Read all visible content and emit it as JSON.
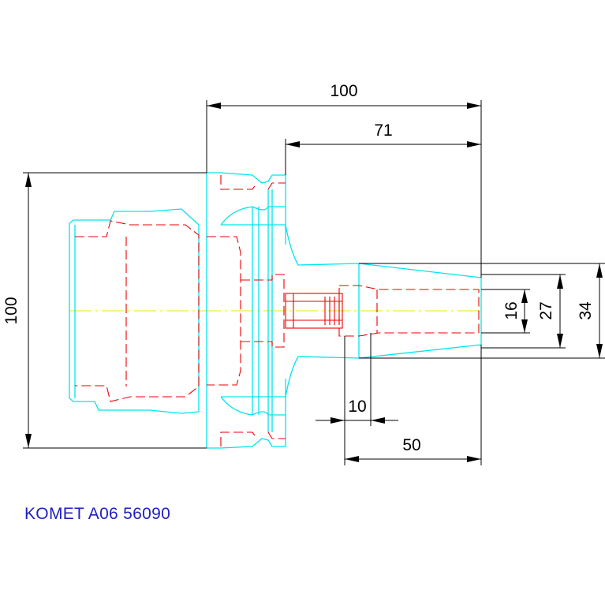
{
  "caption": {
    "text": "KOMET A06 56090",
    "color": "#2020c0"
  },
  "dimensions": {
    "overall_length": "100",
    "shank_length": "71",
    "flange_diameter": "100",
    "bore_diameter": "16",
    "inner_diameter": "27",
    "outer_diameter": "34",
    "offset": "10",
    "bore_depth": "50"
  },
  "colors": {
    "outline": "#00e5ee",
    "hidden_lines": "#ee0000",
    "centerline": "#e8e800",
    "dimension_lines": "#000000"
  }
}
